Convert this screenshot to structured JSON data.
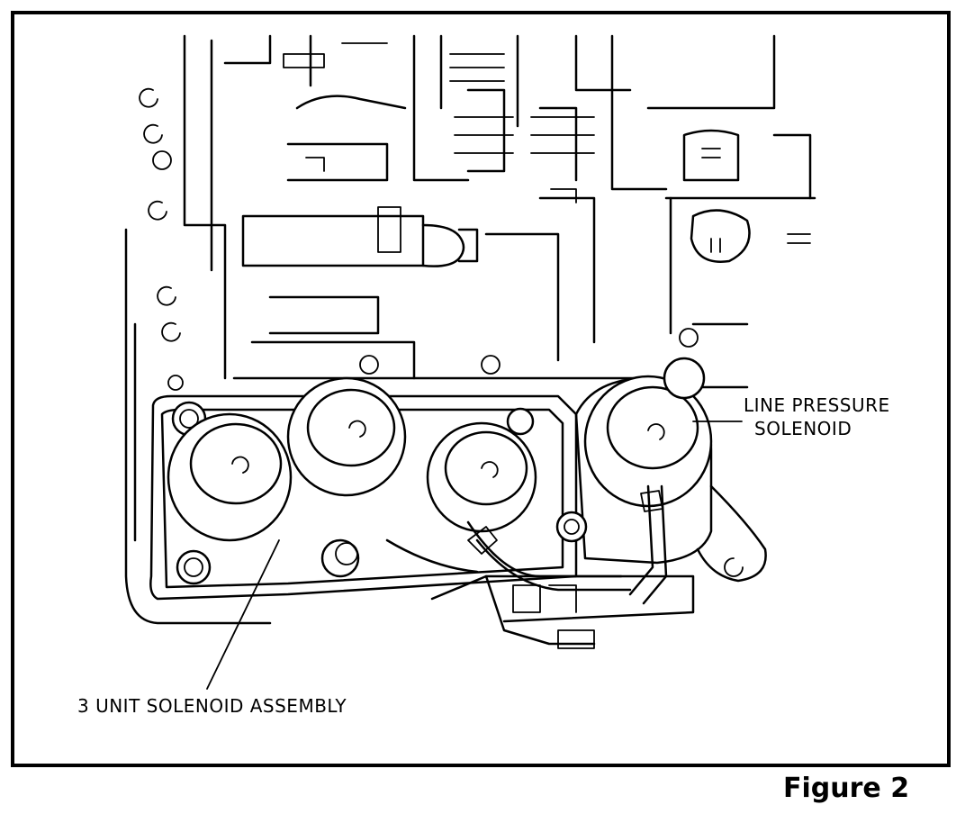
{
  "figure": {
    "caption": "Figure 2"
  },
  "callouts": {
    "line_pressure": [
      "LINE PRESSURE",
      "SOLENOID"
    ],
    "three_unit": "3 UNIT SOLENOID ASSEMBLY"
  }
}
